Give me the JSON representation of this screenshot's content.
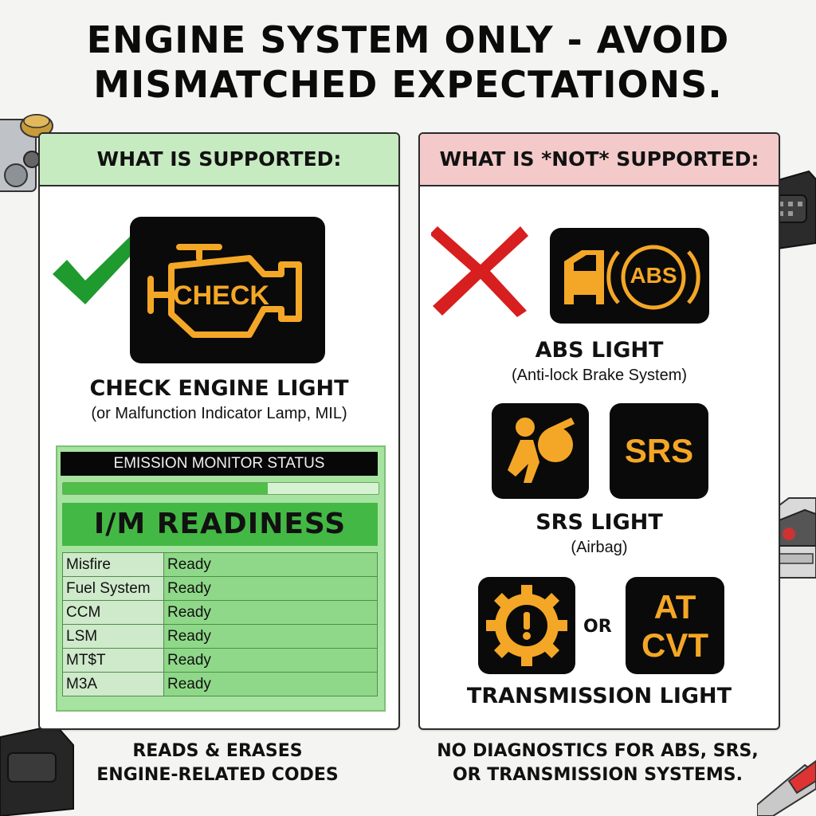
{
  "title": {
    "line1": "ENGINE SYSTEM ONLY - AVOID",
    "line2": "MISMATCHED EXPECTATIONS."
  },
  "supported": {
    "heading": "WHAT IS SUPPORTED:",
    "icon_text": "CHECK",
    "label": "CHECK ENGINE LIGHT",
    "sublabel": "(or Malfunction Indicator Lamp, MIL)",
    "emission": {
      "header": "EMISSION MONITOR STATUS",
      "progress": 0.65,
      "banner": "I/M READINESS",
      "rows": [
        {
          "monitor": "Misfire",
          "status": "Ready"
        },
        {
          "monitor": "Fuel System",
          "status": "Ready"
        },
        {
          "monitor": "CCM",
          "status": "Ready"
        },
        {
          "monitor": "LSM",
          "status": "Ready"
        },
        {
          "monitor": "MT$T",
          "status": "Ready"
        },
        {
          "monitor": "M3A",
          "status": "Ready"
        }
      ]
    },
    "footer": [
      "READS & ERASES",
      "ENGINE-RELATED CODES"
    ]
  },
  "not_supported": {
    "heading": "WHAT IS *NOT* SUPPORTED:",
    "abs_icon_text": "ABS",
    "abs_label": "ABS LIGHT",
    "abs_sublabel": "(Anti-lock Brake System)",
    "srs_icon_text": "SRS",
    "srs_label": "SRS LIGHT",
    "srs_sublabel": "(Airbag)",
    "or_text": "OR",
    "at_line1": "AT",
    "at_line2": "CVT",
    "trans_label": "TRANSMISSION LIGHT",
    "footer": [
      "NO DIAGNOSTICS FOR ABS, SRS,",
      "OR TRANSMISSION SYSTEMS."
    ]
  },
  "colors": {
    "amber": "#f4a726",
    "check_green": "#1f9a2e",
    "cross_red": "#d71f1f",
    "supported_head": "#c6ebc0",
    "not_supported_head": "#f3c9c9"
  }
}
